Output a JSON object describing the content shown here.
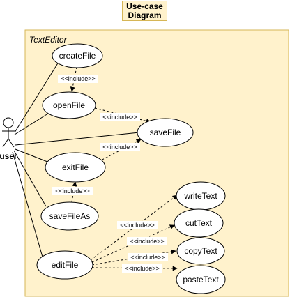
{
  "diagram": {
    "title_line1": "Use-case",
    "title_line2": "Diagram",
    "system_name": "TextEditor",
    "actor": {
      "label": "user"
    },
    "use_cases": {
      "createFile": "createFile",
      "openFile": "openFile",
      "saveFile": "saveFile",
      "exitFile": "exitFile",
      "saveFileAs": "saveFileAs",
      "editFile": "editFile",
      "writeText": "writeText",
      "cutText": "cutText",
      "copyText": "copyText",
      "pasteText": "pasteText"
    },
    "include_label": "<<include>>",
    "colors": {
      "boundary_fill": "#fff2cc",
      "boundary_stroke": "#d6b656",
      "node_fill": "#ffffff",
      "stroke": "#000000"
    }
  }
}
